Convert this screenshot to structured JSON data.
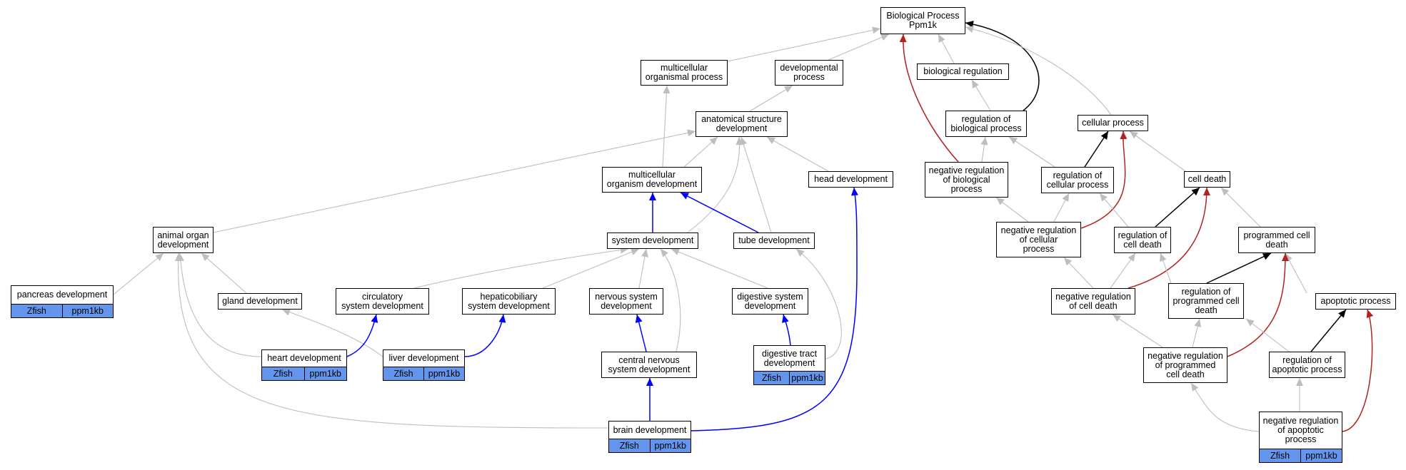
{
  "nodes": {
    "bp": "Biological Process\nPpm1k",
    "mop": "multicellular\norganismal process",
    "dp": "developmental\nprocess",
    "breg": "biological regulation",
    "asd": "anatomical structure\ndevelopment",
    "rbp": "regulation of\nbiological process",
    "cp": "cellular process",
    "mod": "multicellular\norganism development",
    "hd": "head development",
    "nrbp": "negative regulation\nof biological\nprocess",
    "rcp": "regulation of\ncellular process",
    "cd": "cell death",
    "aod": "animal organ\ndevelopment",
    "sd": "system development",
    "td": "tube development",
    "nrcp": "negative regulation\nof cellular\nprocess",
    "rcd": "regulation of\ncell death",
    "pcd": "programmed cell\ndeath",
    "pd": "pancreas development",
    "gd": "gland development",
    "csd": "circulatory\nsystem development",
    "hsd": "hepaticobiliary\nsystem development",
    "nsd": "nervous system\ndevelopment",
    "dsd": "digestive system\ndevelopment",
    "nrcd": "negative regulation\nof cell death",
    "rpcd": "regulation of\nprogrammed cell\ndeath",
    "ap": "apoptotic process",
    "heart": "heart development",
    "liver": "liver development",
    "cnsd": "central nervous\nsystem development",
    "dtd": "digestive tract\ndevelopment",
    "nrpcd": "negative regulation\nof programmed\ncell death",
    "rap": "regulation of\napoptotic process",
    "brain": "brain development",
    "nrap": "negative regulation\nof apoptotic\nprocess"
  },
  "annotation": {
    "species": "Zfish",
    "gene": "ppm1kb"
  },
  "colors": {
    "is_a": "#bebebe",
    "part_of": "#000000",
    "regulates": "#0000ff",
    "negatively_regulates": "#b22222",
    "annotation_fill": "#6495ed"
  }
}
